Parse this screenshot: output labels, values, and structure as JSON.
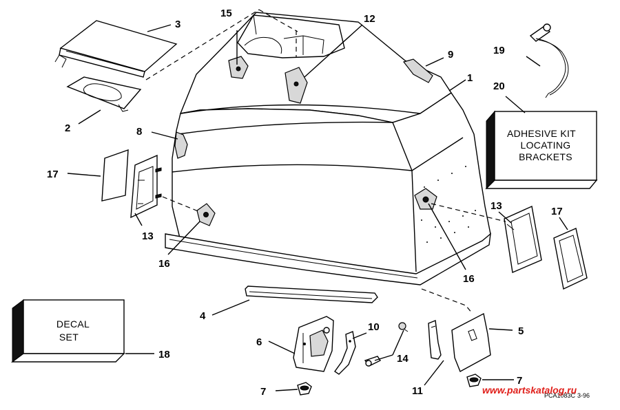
{
  "diagram": {
    "callouts": {
      "c1": "1",
      "c2": "2",
      "c3": "3",
      "c4": "4",
      "c5": "5",
      "c6": "6",
      "c7a": "7",
      "c7b": "7",
      "c8": "8",
      "c9": "9",
      "c10": "10",
      "c11": "11",
      "c12": "12",
      "c13a": "13",
      "c13b": "13",
      "c14": "14",
      "c15": "15",
      "c16a": "16",
      "c16b": "16",
      "c17a": "17",
      "c17b": "17",
      "c18": "18",
      "c19": "19",
      "c20": "20"
    },
    "adhesive_box": {
      "line1": "ADHESIVE KIT",
      "line2": "LOCATING",
      "line3": "BRACKETS"
    },
    "decal_box": {
      "line1": "DECAL",
      "line2": "SET"
    },
    "drawing_code": "PCA1083C",
    "drawing_date": "3-96",
    "watermark": "www.partskatalog.ru"
  }
}
